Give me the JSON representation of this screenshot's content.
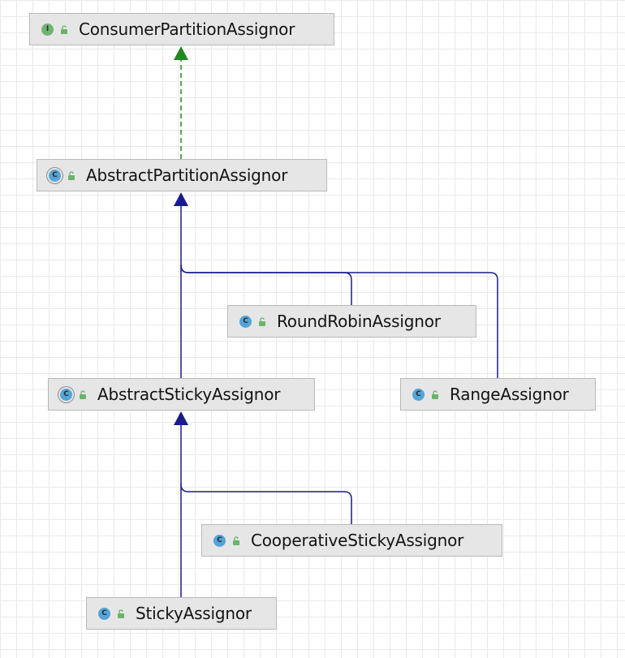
{
  "nodes": {
    "consumer_partition_assignor": {
      "label": "ConsumerPartitionAssignor",
      "kind": "interface",
      "kind_icon": "interface-icon",
      "kind_letter": "I"
    },
    "abstract_partition_assignor": {
      "label": "AbstractPartitionAssignor",
      "kind": "abstract-class",
      "kind_icon": "abstract-class-icon",
      "kind_letter": "C"
    },
    "round_robin_assignor": {
      "label": "RoundRobinAssignor",
      "kind": "class",
      "kind_icon": "class-icon",
      "kind_letter": "C"
    },
    "abstract_sticky_assignor": {
      "label": "AbstractStickyAssignor",
      "kind": "abstract-class",
      "kind_icon": "abstract-class-icon",
      "kind_letter": "C"
    },
    "range_assignor": {
      "label": "RangeAssignor",
      "kind": "class",
      "kind_icon": "class-icon",
      "kind_letter": "C"
    },
    "cooperative_sticky_assignor": {
      "label": "CooperativeStickyAssignor",
      "kind": "class",
      "kind_icon": "class-icon",
      "kind_letter": "C"
    },
    "sticky_assignor": {
      "label": "StickyAssignor",
      "kind": "class",
      "kind_icon": "class-icon",
      "kind_letter": "C"
    }
  },
  "edges": [
    {
      "from": "abstract_partition_assignor",
      "to": "consumer_partition_assignor",
      "type": "implements"
    },
    {
      "from": "round_robin_assignor",
      "to": "abstract_partition_assignor",
      "type": "extends"
    },
    {
      "from": "range_assignor",
      "to": "abstract_partition_assignor",
      "type": "extends"
    },
    {
      "from": "abstract_sticky_assignor",
      "to": "abstract_partition_assignor",
      "type": "extends"
    },
    {
      "from": "cooperative_sticky_assignor",
      "to": "abstract_sticky_assignor",
      "type": "extends"
    },
    {
      "from": "sticky_assignor",
      "to": "abstract_sticky_assignor",
      "type": "extends"
    }
  ],
  "colors": {
    "implements_edge": "#1f8a1f",
    "extends_edge": "#1a1a8c",
    "node_fill": "#e6e6e6",
    "node_border": "#b9b9b9",
    "interface_icon": "#72b372",
    "class_icon": "#55a4d8",
    "lock_icon": "#6ab46a"
  },
  "icons": {
    "visibility": "unlocked-public-icon"
  }
}
